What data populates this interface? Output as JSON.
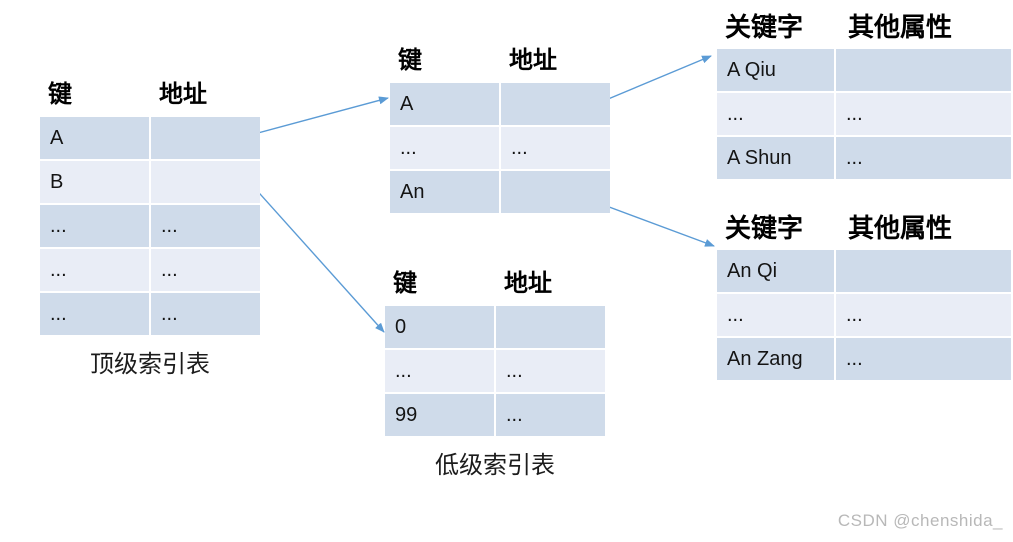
{
  "diagram": {
    "tables": {
      "top": {
        "headers": [
          "键",
          "地址"
        ],
        "rows": [
          [
            "A",
            ""
          ],
          [
            "B",
            ""
          ],
          [
            "...",
            "..."
          ],
          [
            "...",
            "..."
          ],
          [
            "...",
            "..."
          ]
        ],
        "caption": "顶级索引表"
      },
      "mid_a": {
        "headers": [
          "键",
          "地址"
        ],
        "rows": [
          [
            "A",
            ""
          ],
          [
            "...",
            "..."
          ],
          [
            "An",
            ""
          ]
        ]
      },
      "low": {
        "headers": [
          "键",
          "地址"
        ],
        "rows": [
          [
            "0",
            ""
          ],
          [
            "...",
            "..."
          ],
          [
            "99",
            "..."
          ]
        ],
        "caption": "低级索引表"
      },
      "rec_a": {
        "headers": [
          "关键字",
          "其他属性"
        ],
        "rows": [
          [
            "A Qiu",
            ""
          ],
          [
            "...",
            "..."
          ],
          [
            "A Shun",
            "..."
          ]
        ]
      },
      "rec_an": {
        "headers": [
          "关键字",
          "其他属性"
        ],
        "rows": [
          [
            "An Qi",
            ""
          ],
          [
            "...",
            "..."
          ],
          [
            "An Zang",
            "..."
          ]
        ]
      }
    },
    "arrows": [
      {
        "from": "top-index-table-row-A",
        "to": "second-level-index-table-a"
      },
      {
        "from": "top-index-table-row-B",
        "to": "low-level-index-table"
      },
      {
        "from": "second-level-index-table-a-row-A",
        "to": "record-table-a"
      },
      {
        "from": "second-level-index-table-a-row-An",
        "to": "record-table-an"
      }
    ],
    "watermark": "CSDN @chenshida_",
    "colors": {
      "row_dark": "#cfdbea",
      "row_light": "#e9edf6",
      "arrow": "#5b9bd5",
      "watermark": "#b8b8b8"
    }
  }
}
